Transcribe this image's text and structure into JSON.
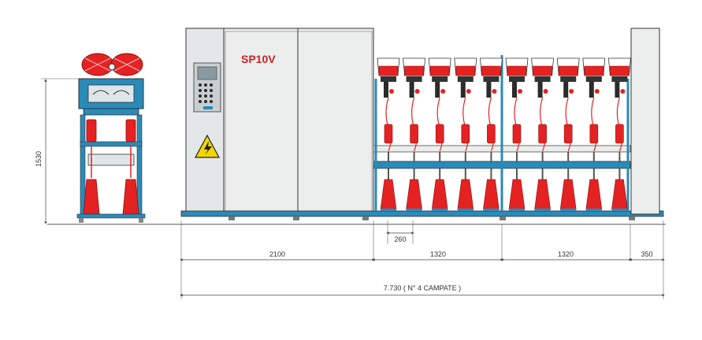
{
  "machine": {
    "model_label": "SP10V",
    "colors": {
      "frame_blue": "#2a8ab8",
      "yarn_red": "#e52222",
      "panel_grey": "#eceeee",
      "outline": "#333333",
      "warning_yellow": "#f2d600"
    },
    "icons": [
      "high-voltage-warning-icon",
      "control-panel-display"
    ]
  },
  "dimensions": {
    "height": "1530",
    "spindle_pitch": "260",
    "head_section": "2100",
    "section_1": "1320",
    "section_2": "1320",
    "end_section": "350",
    "total": "7.730 ( N° 4 CAMPATE )"
  }
}
